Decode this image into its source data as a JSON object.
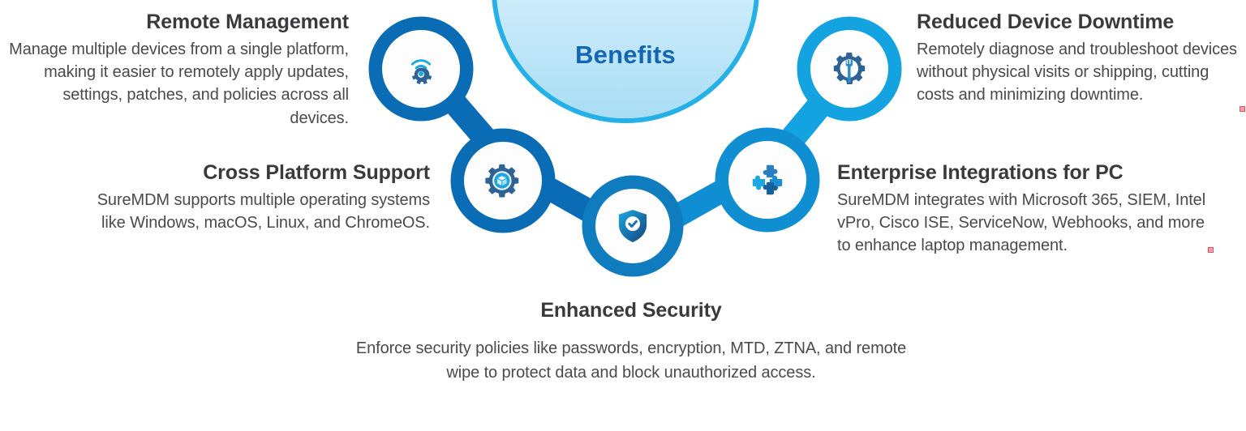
{
  "center": {
    "title": "Benefits",
    "title_color": "#1565b5"
  },
  "palette": {
    "ring_dark_blue": "#0a6cb4",
    "ring_bright_blue": "#12a3e0",
    "dome_border": "#25b0e8",
    "heading_gray": "#3a3a3e",
    "body_gray": "#4a4a4e",
    "icon_steel": "#2f6395",
    "icon_cyan": "#1ba8e0",
    "marker_pink": "#f2a0a6"
  },
  "benefits": [
    {
      "id": "remote-management",
      "title": "Remote Management",
      "body": "Manage multiple devices from a single platform, making it easier to remotely apply updates, settings, patches, and policies across all devices.",
      "icon": "gear-wifi-icon",
      "align": "right"
    },
    {
      "id": "cross-platform-support",
      "title": "Cross Platform Support",
      "body": "SureMDM supports multiple operating systems like Windows, macOS, Linux, and ChromeOS.",
      "icon": "gear-cube-icon",
      "align": "right"
    },
    {
      "id": "enhanced-security",
      "title": "Enhanced Security",
      "body": "Enforce security policies like passwords, encryption, MTD, ZTNA, and remote wipe to protect data and block unauthorized access.",
      "icon": "shield-check-icon",
      "align": "center"
    },
    {
      "id": "enterprise-integrations-for-pc",
      "title": "Enterprise Integrations for PC",
      "body": "SureMDM integrates with Microsoft 365, SIEM, Intel vPro, Cisco ISE, ServiceNow, Webhooks, and more to enhance laptop management.",
      "icon": "puzzle-pieces-icon",
      "align": "left"
    },
    {
      "id": "reduced-device-downtime",
      "title": "Reduced Device Downtime",
      "body": "Remotely diagnose and troubleshoot devices without physical visits or shipping, cutting costs and minimizing downtime.",
      "icon": "gear-wrench-icon",
      "align": "left"
    }
  ]
}
